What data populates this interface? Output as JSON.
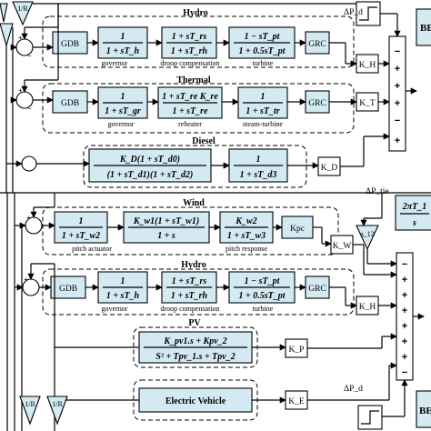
{
  "area1": {
    "hydro": {
      "title": "Hydro",
      "gdb": "GDB",
      "governor_tf": {
        "num": "1",
        "den": "1 + sT_h"
      },
      "droop_tf": {
        "num": "1 + sT_rs",
        "den": "1 + sT_rh"
      },
      "turbine_tf": {
        "num": "1 − sT_pt",
        "den": "1 + 0.5sT_pt"
      },
      "grc": "GRC",
      "governor_label": "governor",
      "droop_label": "droop compensation",
      "turbine_label": "turbine",
      "gain": "K_H"
    },
    "thermal": {
      "title": "Thermal",
      "gdb": "GDB",
      "governor_tf": {
        "num": "1",
        "den": "1 + sT_gr"
      },
      "reheater_tf": {
        "num": "1 + sT_re K_re",
        "den": "1 + sT_re"
      },
      "steam_tf": {
        "num": "1",
        "den": "1 + sT_tr"
      },
      "grc": "GRC",
      "governor_label": "governor",
      "reheater_label": "reheater",
      "steam_label": "steam-turbine",
      "gain": "K_T"
    },
    "diesel": {
      "title": "Diesel",
      "tf1": {
        "num": "K_D(1 + sT_d0)",
        "den": "(1 + sT_d1)(1 + sT_d2)"
      },
      "tf2": {
        "num": "1",
        "den": "1 + sT_d3"
      },
      "gain": "K_D"
    },
    "droop_gain": "1/R",
    "delta_p": "ΔP_d",
    "block_right": "BE"
  },
  "tie_line": {
    "delta_p": "ΔP_tie",
    "tf": {
      "num": "2πT_1",
      "den": "s"
    },
    "a12": "a_12"
  },
  "area2": {
    "wind": {
      "title": "Wind",
      "pitch_actuator_tf": {
        "num": "1",
        "den": "1 + sT_w2"
      },
      "hydraulic_tf": {
        "num": "K_w1(1 + sT_w1)",
        "den": "1 + s"
      },
      "response_tf": {
        "num": "K_w2",
        "den": "1 + sT_w3"
      },
      "kpc": "Kpc",
      "pitch_actuator_label": "pitch actuator",
      "pitch_response_label": "pitch response",
      "gain": "K_W"
    },
    "hydro": {
      "title": "Hydro",
      "gdb": "GDB",
      "governor_tf": {
        "num": "1",
        "den": "1 + sT_h"
      },
      "droop_tf": {
        "num": "1 + sT_rs",
        "den": "1 + sT_rh"
      },
      "turbine_tf": {
        "num": "1 − sT_pt",
        "den": "1 + 0.5sT_pt"
      },
      "grc": "GRC",
      "governor_label": "governor",
      "droop_label": "droop compensation",
      "turbine_label": "turbine",
      "gain": "K_H"
    },
    "pv": {
      "title": "PV",
      "tf": {
        "num": "K_pv1.s + Kpv_2",
        "den": "S² + Tpv_1.s + Tpv_2"
      },
      "gain": "K_P"
    },
    "ev": {
      "title": "Electric Vehicle",
      "gain": "K_E"
    },
    "droop_gain": "1/R",
    "delta_p": "ΔP_d",
    "block_right": "BE"
  },
  "colors": {
    "block_fill": "#d4eaf3",
    "line": "#000000"
  }
}
